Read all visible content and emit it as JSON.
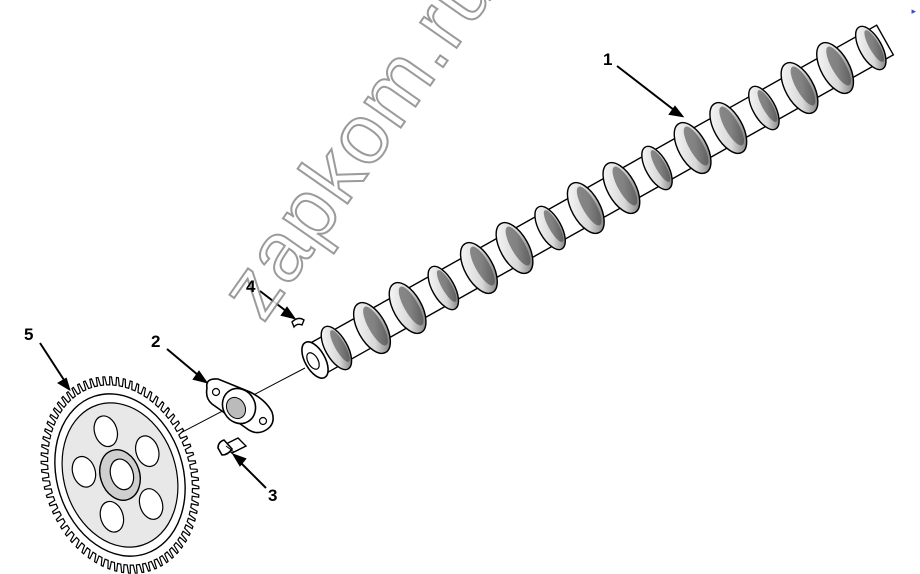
{
  "diagram": {
    "callouts": [
      {
        "id": "1",
        "label": "1"
      },
      {
        "id": "2",
        "label": "2"
      },
      {
        "id": "3",
        "label": "3"
      },
      {
        "id": "4",
        "label": "4"
      },
      {
        "id": "5",
        "label": "5"
      }
    ],
    "parts": [
      "camshaft",
      "thrust-plate",
      "bolt",
      "key",
      "camshaft-gear"
    ],
    "watermark": "zapkom.ru",
    "colors": {
      "line": "#000000",
      "shade": "#444444",
      "watermark": "#8a8a8a"
    }
  }
}
